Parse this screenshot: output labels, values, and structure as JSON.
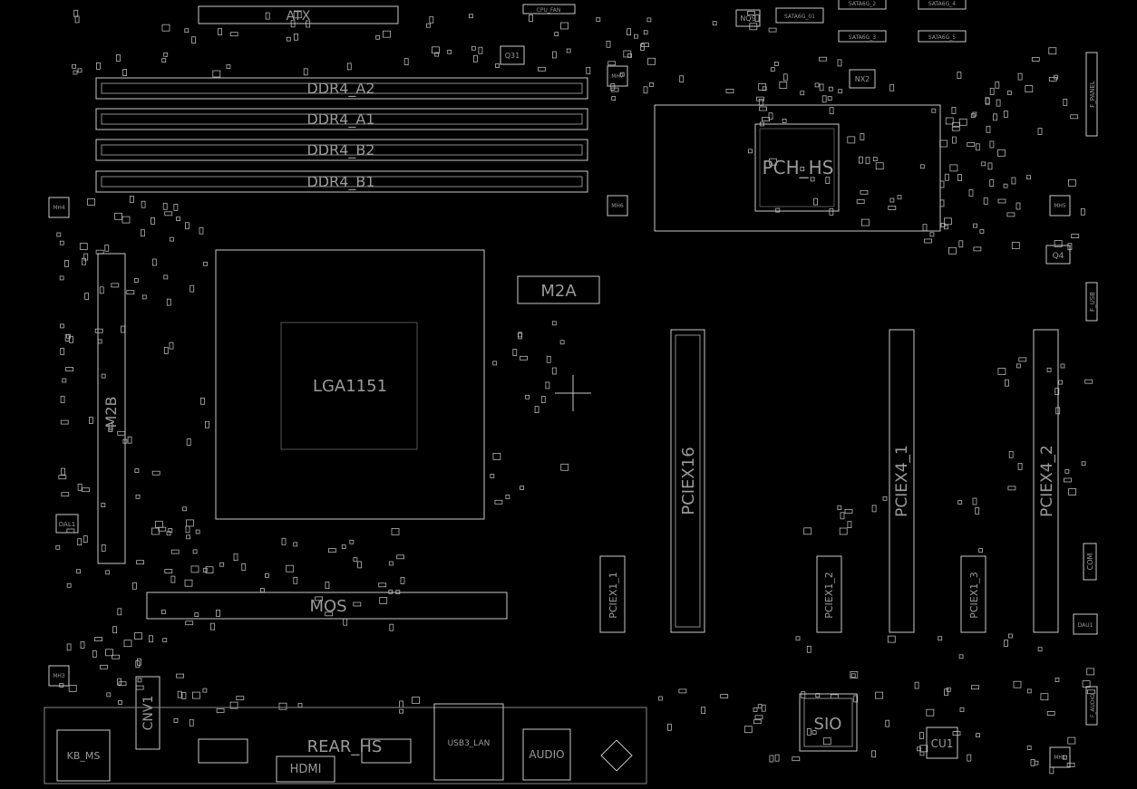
{
  "board": {
    "background": "#000000",
    "outline_color": "#c8c8c8",
    "label_color": "#9a9a9a"
  },
  "labels": {
    "atx": "ATX",
    "ddr4_a2": "DDR4_A2",
    "ddr4_a1": "DDR4_A1",
    "ddr4_b2": "DDR4_B2",
    "ddr4_b1": "DDR4_B1",
    "pch": "PCH_HS",
    "socket": "LGA1151",
    "m2a": "M2A",
    "pciex16": "PCIEX16",
    "pciex4_1": "PCIEX4_1",
    "pciex4_2": "PCIEX4_2",
    "pciex1_1": "PCIEX1_1",
    "pciex1_2": "PCIEX1_2",
    "pciex1_3": "PCIEX1_3",
    "m2b": "M2B",
    "mos": "MOS",
    "cnv": "CNV1",
    "sio": "SIO",
    "cu1": "CU1",
    "kb_ms": "KB_MS",
    "hdmi": "HDMI",
    "rear_hs": "REAR_HS",
    "usb3_lan": "USB3_LAN",
    "audio": "AUDIO",
    "dal1": "DAL1",
    "q31": "Q31",
    "q4": "Q4",
    "nq9": "NQ9",
    "nx2": "NX2",
    "mh1": "MH1",
    "mh3": "MH3",
    "mh4": "MH4",
    "mh5": "MH5",
    "mh6": "MH6",
    "mh7": "MH7",
    "f_panel": "F_PANEL",
    "f_usb": "F_USB",
    "f_audio": "F_AUDIO",
    "com": "COM",
    "dau1": "DAU1",
    "sata_0_1": "SATA6G_01",
    "sata_2": "SATA6G_2",
    "sata_3": "SATA6G_3",
    "sata_4": "SATA6G_4",
    "sata_5": "SATA6G_5",
    "cpu_fan": "CPU_FAN"
  }
}
